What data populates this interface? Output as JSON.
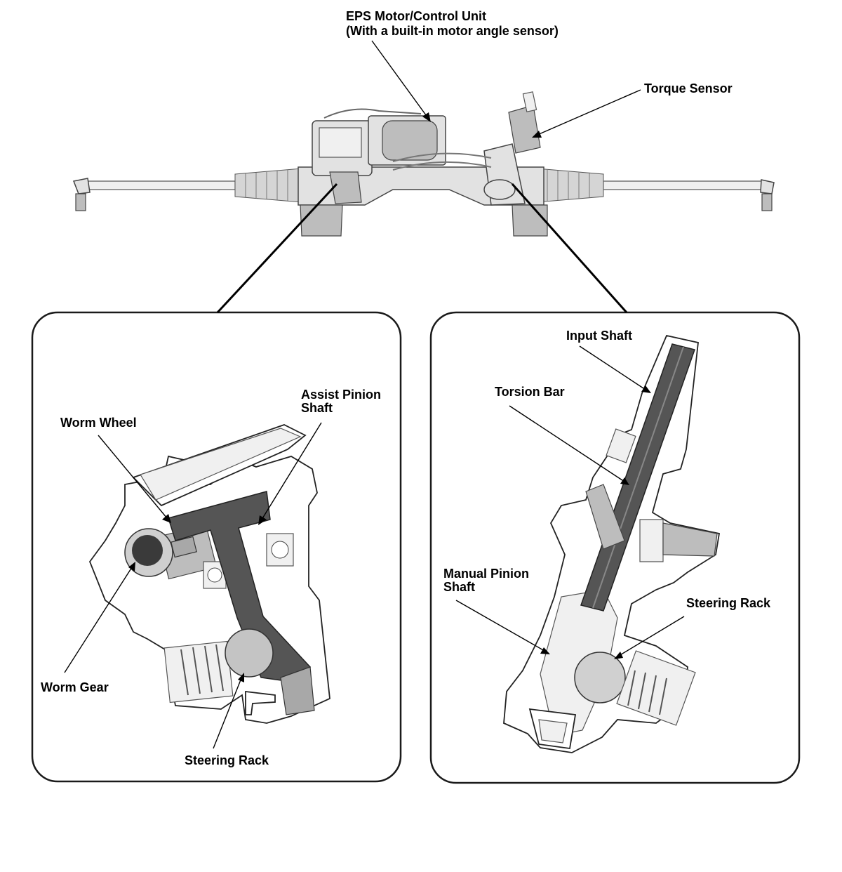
{
  "labels": {
    "eps_motor_line1": "EPS Motor/Control Unit",
    "eps_motor_line2": "(With a built-in motor angle sensor)",
    "torque_sensor": "Torque Sensor",
    "assist_pinion_line1": "Assist Pinion",
    "assist_pinion_line2": "Shaft",
    "worm_wheel": "Worm Wheel",
    "worm_gear": "Worm Gear",
    "steering_rack_left": "Steering Rack",
    "input_shaft": "Input Shaft",
    "torsion_bar": "Torsion Bar",
    "manual_pinion_line1": "Manual Pinion",
    "manual_pinion_line2": "Shaft",
    "steering_rack_right": "Steering Rack"
  },
  "colors": {
    "line": "#000000",
    "metal": "#e2e2e2",
    "shaft_dark": "#555555",
    "background": "#ffffff"
  }
}
